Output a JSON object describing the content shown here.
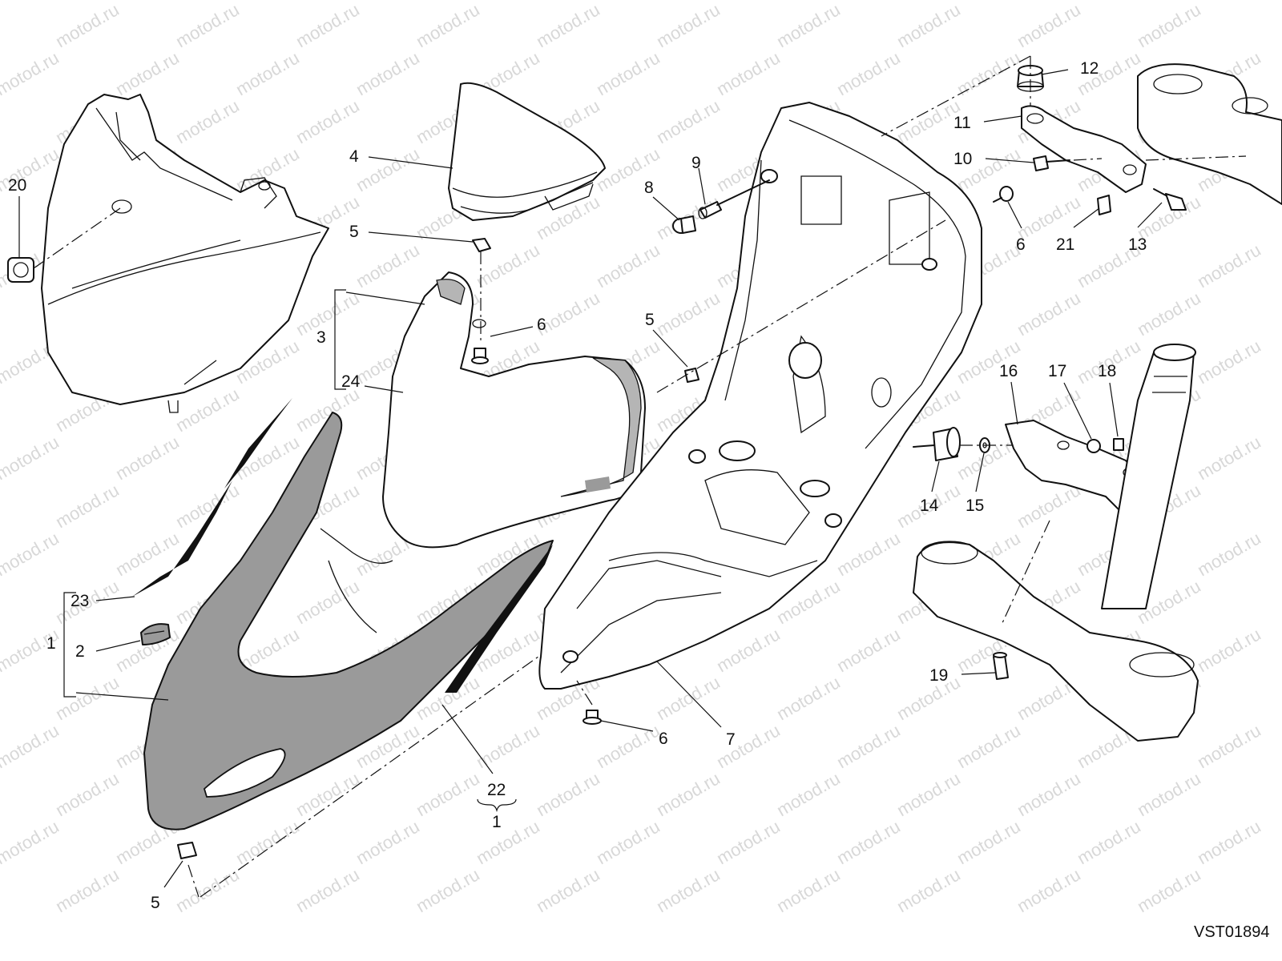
{
  "drawing": {
    "reference_code": "VST01894",
    "watermark_text": "motod.ru"
  },
  "callouts": [
    {
      "id": "c1",
      "label": "1"
    },
    {
      "id": "c1b",
      "label": "1"
    },
    {
      "id": "c2",
      "label": "2"
    },
    {
      "id": "c3",
      "label": "3"
    },
    {
      "id": "c4",
      "label": "4"
    },
    {
      "id": "c5a",
      "label": "5"
    },
    {
      "id": "c5b",
      "label": "5"
    },
    {
      "id": "c5c",
      "label": "5"
    },
    {
      "id": "c6a",
      "label": "6"
    },
    {
      "id": "c6b",
      "label": "6"
    },
    {
      "id": "c6c",
      "label": "6"
    },
    {
      "id": "c7",
      "label": "7"
    },
    {
      "id": "c8",
      "label": "8"
    },
    {
      "id": "c9",
      "label": "9"
    },
    {
      "id": "c10",
      "label": "10"
    },
    {
      "id": "c11",
      "label": "11"
    },
    {
      "id": "c12",
      "label": "12"
    },
    {
      "id": "c13",
      "label": "13"
    },
    {
      "id": "c14",
      "label": "14"
    },
    {
      "id": "c15",
      "label": "15"
    },
    {
      "id": "c16",
      "label": "16"
    },
    {
      "id": "c17",
      "label": "17"
    },
    {
      "id": "c18",
      "label": "18"
    },
    {
      "id": "c19",
      "label": "19"
    },
    {
      "id": "c20",
      "label": "20"
    },
    {
      "id": "c21",
      "label": "21"
    },
    {
      "id": "c22",
      "label": "22"
    },
    {
      "id": "c23",
      "label": "23"
    },
    {
      "id": "c24",
      "label": "24"
    }
  ],
  "colors": {
    "line": "#111111",
    "fairing_grey": "#9a9a9a",
    "screen_grey": "#b5b5b5",
    "black_stripe": "#111111",
    "watermark": "#d8d8d8"
  }
}
